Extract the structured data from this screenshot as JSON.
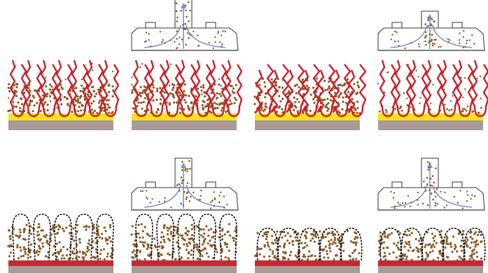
{
  "figure": {
    "rows": [
      {
        "carpet_style": "cut-pile",
        "panels": [
          {
            "state": "dirty",
            "has_vacuum_head": false
          },
          {
            "state": "dirty",
            "has_vacuum_head": true
          },
          {
            "state": "matted-dirty",
            "has_vacuum_head": false
          },
          {
            "state": "cleaning",
            "has_vacuum_head": true
          }
        ]
      },
      {
        "carpet_style": "loop-pile",
        "panels": [
          {
            "state": "dirty",
            "has_vacuum_head": false
          },
          {
            "state": "dirty",
            "has_vacuum_head": true
          },
          {
            "state": "matted-dirty",
            "has_vacuum_head": false
          },
          {
            "state": "cleaning",
            "has_vacuum_head": true
          }
        ]
      }
    ],
    "colors": {
      "fiber_red": "#cc1f2a",
      "backing_yellow": "#f5e21a",
      "base_gray": "#a99a97",
      "dirt_brown": "#8a5a25",
      "airflow_blue": "#7f90c8",
      "loop_fiber": "#111111",
      "loop_base_red": "#c22a33"
    }
  }
}
